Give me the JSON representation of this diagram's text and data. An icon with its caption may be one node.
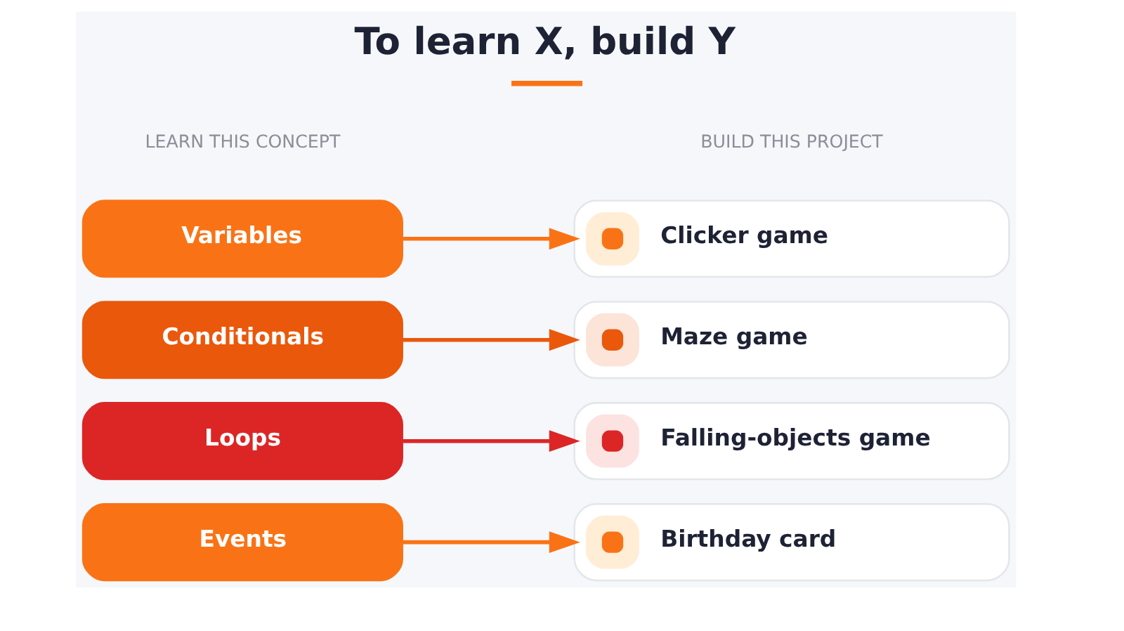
{
  "diagram": {
    "title": "To learn X, build Y",
    "nodes": [
      {
        "text": [
          "Variables"
        ]
      },
      {
        "text": [
          "Clicker game"
        ]
      },
      {
        "text": [
          "Conditionals"
        ]
      },
      {
        "text": [
          "Maze game"
        ]
      },
      {
        "text": [
          "Loops"
        ]
      },
      {
        "text": [
          "Falling-objects game"
        ]
      },
      {
        "text": [
          "Events"
        ]
      },
      {
        "text": [
          "Birthday card"
        ]
      }
    ],
    "edges": [
      {
        "from": 0,
        "to": 1,
        "arrow": "to"
      },
      {
        "from": 2,
        "to": 3,
        "arrow": "to",
        "color": "#ea580c"
      },
      {
        "from": 4,
        "to": 5,
        "arrow": "to",
        "color": "#dc2626"
      },
      {
        "from": 6,
        "to": 7,
        "arrow": "to"
      }
    ],
    "labels": [
      "LEARN THIS CONCEPT",
      "BUILD THIS PROJECT"
    ]
  }
}
